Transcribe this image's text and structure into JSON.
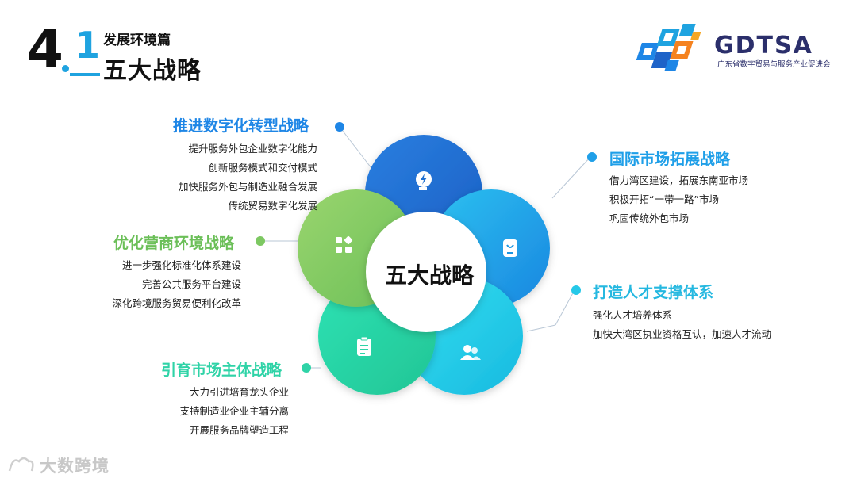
{
  "header": {
    "section_major": "4",
    "section_minor": "1",
    "subtitle": "发展环境篇",
    "title": "五大战略"
  },
  "logo": {
    "name": "GDTSA",
    "tagline": "广东省数字贸易与服务产业促进会"
  },
  "diagram": {
    "center": "五大战略",
    "strategies": [
      {
        "title": "推进数字化转型战略",
        "color": "#1e86e6",
        "icon": "brain-bolt-icon",
        "items": [
          "提升服务外包企业数字化能力",
          "创新服务模式和交付模式",
          "加快服务外包与制造业融合发展",
          "传统贸易数字化发展"
        ]
      },
      {
        "title": "国际市场拓展战略",
        "color": "#1f9fe8",
        "icon": "bag-icon",
        "items": [
          "借力湾区建设，拓展东南亚市场",
          "积极开拓“一带一路”市场",
          "巩固传统外包市场"
        ]
      },
      {
        "title": "打造人才支撑体系",
        "color": "#25c8e8",
        "icon": "users-icon",
        "items": [
          "强化人才培养体系",
          "加快大湾区执业资格互认，加速人才流动"
        ]
      },
      {
        "title": "引育市场主体战略",
        "color": "#2fd3a7",
        "icon": "clipboard-icon",
        "items": [
          "大力引进培育龙头企业",
          "支持制造业企业主辅分离",
          "开展服务品牌塑造工程"
        ]
      },
      {
        "title": "优化营商环境战略",
        "color": "#7dc862",
        "icon": "apps-grid-icon",
        "items": [
          "进一步强化标准化体系建设",
          "完善公共服务平台建设",
          "深化跨境服务贸易便利化改革"
        ]
      }
    ]
  },
  "watermark": "大数跨境"
}
